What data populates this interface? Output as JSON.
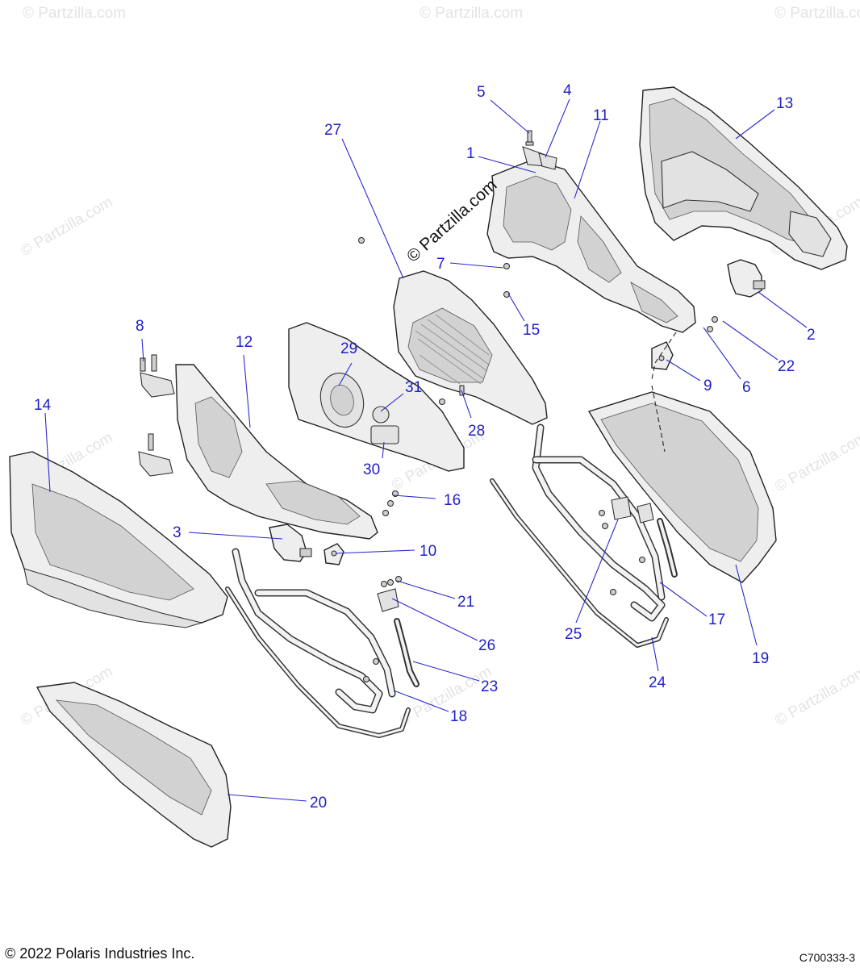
{
  "watermark": {
    "main": "© Partzilla.com",
    "faint": "© Partzilla.com"
  },
  "footer": {
    "copyright": "© 2022 Polaris Industries Inc.",
    "drawing_id": "C700333-3"
  },
  "callouts": {
    "c1": "1",
    "c2": "2",
    "c3": "3",
    "c4": "4",
    "c5": "5",
    "c6": "6",
    "c7": "7",
    "c8": "8",
    "c9": "9",
    "c10": "10",
    "c11": "11",
    "c12": "12",
    "c13": "13",
    "c14": "14",
    "c15": "15",
    "c16": "16",
    "c17": "17",
    "c18": "18",
    "c19": "19",
    "c20": "20",
    "c21": "21",
    "c22": "22",
    "c23": "23",
    "c24": "24",
    "c25": "25",
    "c26": "26",
    "c27": "27",
    "c28": "28",
    "c29": "29",
    "c30": "30",
    "c31": "31"
  },
  "colors": {
    "callout": "#1f1fc8",
    "line": "#222222",
    "part_fill": "#eeeeee",
    "watermark": "#e3e3e3"
  }
}
